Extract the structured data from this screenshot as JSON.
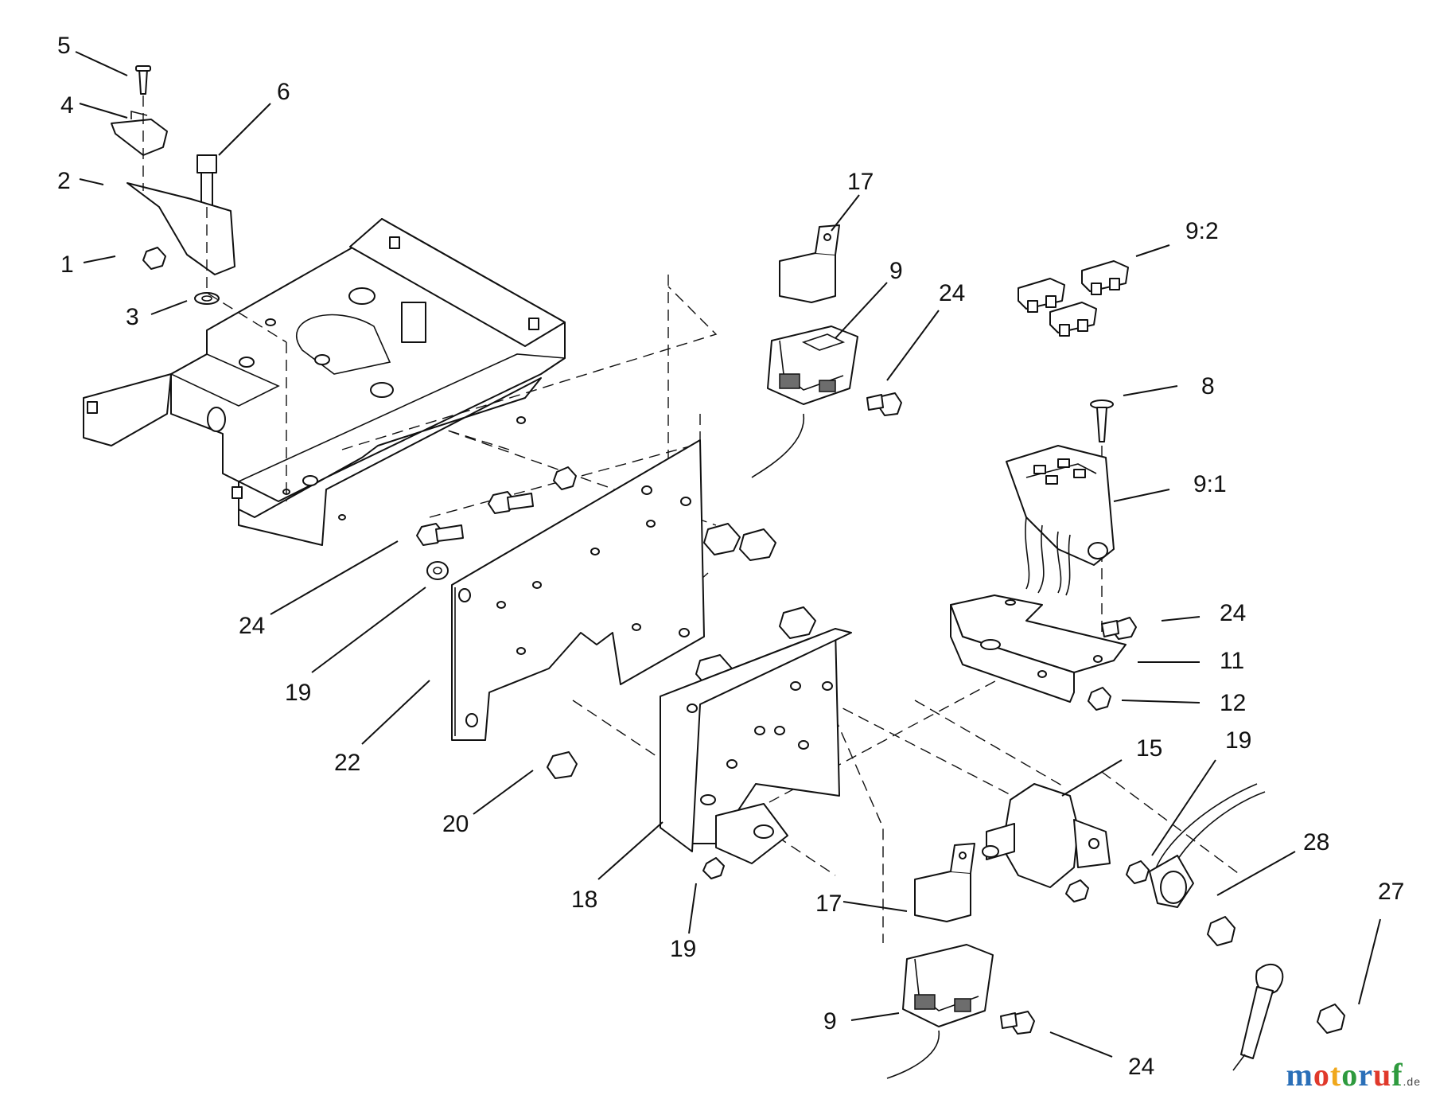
{
  "callouts": [
    {
      "id": "c5",
      "label": "5"
    },
    {
      "id": "c4",
      "label": "4"
    },
    {
      "id": "c6",
      "label": "6"
    },
    {
      "id": "c2",
      "label": "2"
    },
    {
      "id": "c1",
      "label": "1"
    },
    {
      "id": "c3",
      "label": "3"
    },
    {
      "id": "c17a",
      "label": "17"
    },
    {
      "id": "c9a",
      "label": "9"
    },
    {
      "id": "c24a",
      "label": "24"
    },
    {
      "id": "c92",
      "label": "9:2"
    },
    {
      "id": "c8",
      "label": "8"
    },
    {
      "id": "c91",
      "label": "9:1"
    },
    {
      "id": "c24b",
      "label": "24"
    },
    {
      "id": "c11",
      "label": "11"
    },
    {
      "id": "c12",
      "label": "12"
    },
    {
      "id": "c24c",
      "label": "24"
    },
    {
      "id": "c19a",
      "label": "19"
    },
    {
      "id": "c22",
      "label": "22"
    },
    {
      "id": "c20",
      "label": "20"
    },
    {
      "id": "c15",
      "label": "15"
    },
    {
      "id": "c19b",
      "label": "19"
    },
    {
      "id": "c28",
      "label": "28"
    },
    {
      "id": "c27",
      "label": "27"
    },
    {
      "id": "c18",
      "label": "18"
    },
    {
      "id": "c19c",
      "label": "19"
    },
    {
      "id": "c17b",
      "label": "17"
    },
    {
      "id": "c9b",
      "label": "9"
    },
    {
      "id": "c24d",
      "label": "24"
    }
  ],
  "watermark": {
    "letters": [
      "m",
      "o",
      "t",
      "o",
      "r",
      "u",
      "f"
    ],
    "colors": [
      "#2a6fb8",
      "#e0392b",
      "#f0a81c",
      "#2e9a3e",
      "#2a6fb8",
      "#e0392b",
      "#2e9a3e"
    ],
    "suffix": ".de"
  }
}
